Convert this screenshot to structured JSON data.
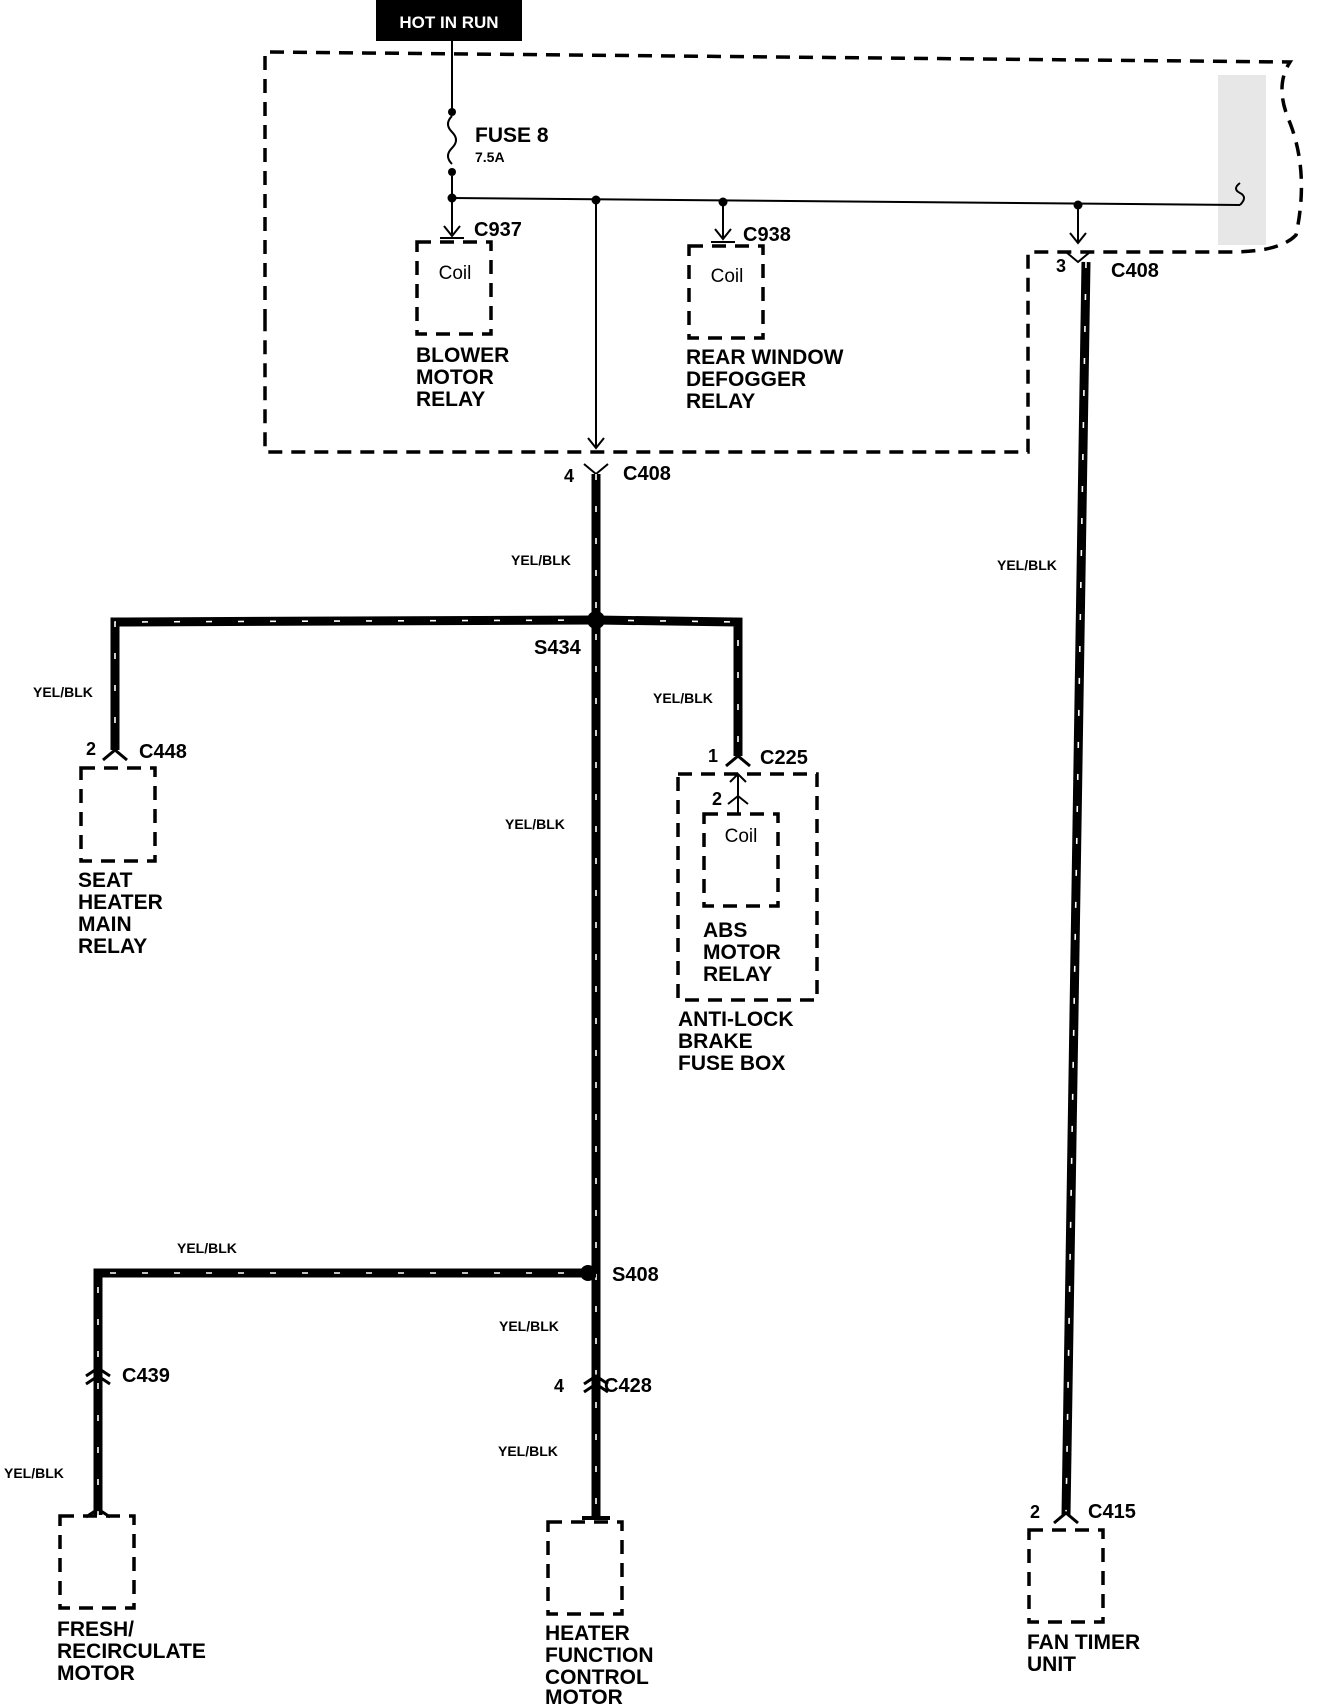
{
  "power_tag": "HOT IN RUN",
  "fuse": {
    "name": "FUSE 8",
    "rating": "7.5A"
  },
  "wire_color": "YEL/BLK",
  "connectors": {
    "c937": "C937",
    "c938": "C938",
    "c408": "C408",
    "c448": "C448",
    "c225": "C225",
    "c439": "C439",
    "c428": "C428",
    "c415": "C415"
  },
  "splices": {
    "s434": "S434",
    "s408": "S408"
  },
  "pins": {
    "c408_right": "3",
    "c408_left": "4",
    "c448": "2",
    "c225_outer": "1",
    "c225_inner": "2",
    "c428": "4",
    "c415": "2"
  },
  "coil_label": "Coil",
  "components": {
    "blower_motor_relay": [
      "BLOWER",
      "MOTOR",
      "RELAY"
    ],
    "rear_window_defogger_relay": [
      "REAR WINDOW",
      "DEFOGGER",
      "RELAY"
    ],
    "seat_heater_main_relay": [
      "SEAT",
      "HEATER",
      "MAIN",
      "RELAY"
    ],
    "abs_motor_relay": [
      "ABS",
      "MOTOR",
      "RELAY"
    ],
    "anti_lock_brake_fuse_box": [
      "ANTI-LOCK",
      "BRAKE",
      "FUSE BOX"
    ],
    "fresh_recirculate_motor": [
      "FRESH/",
      "RECIRCULATE",
      "MOTOR"
    ],
    "heater_function_control_motor": [
      "HEATER",
      "FUNCTION",
      "CONTROL",
      "MOTOR"
    ],
    "fan_timer_unit": [
      "FAN TIMER",
      "UNIT"
    ]
  }
}
